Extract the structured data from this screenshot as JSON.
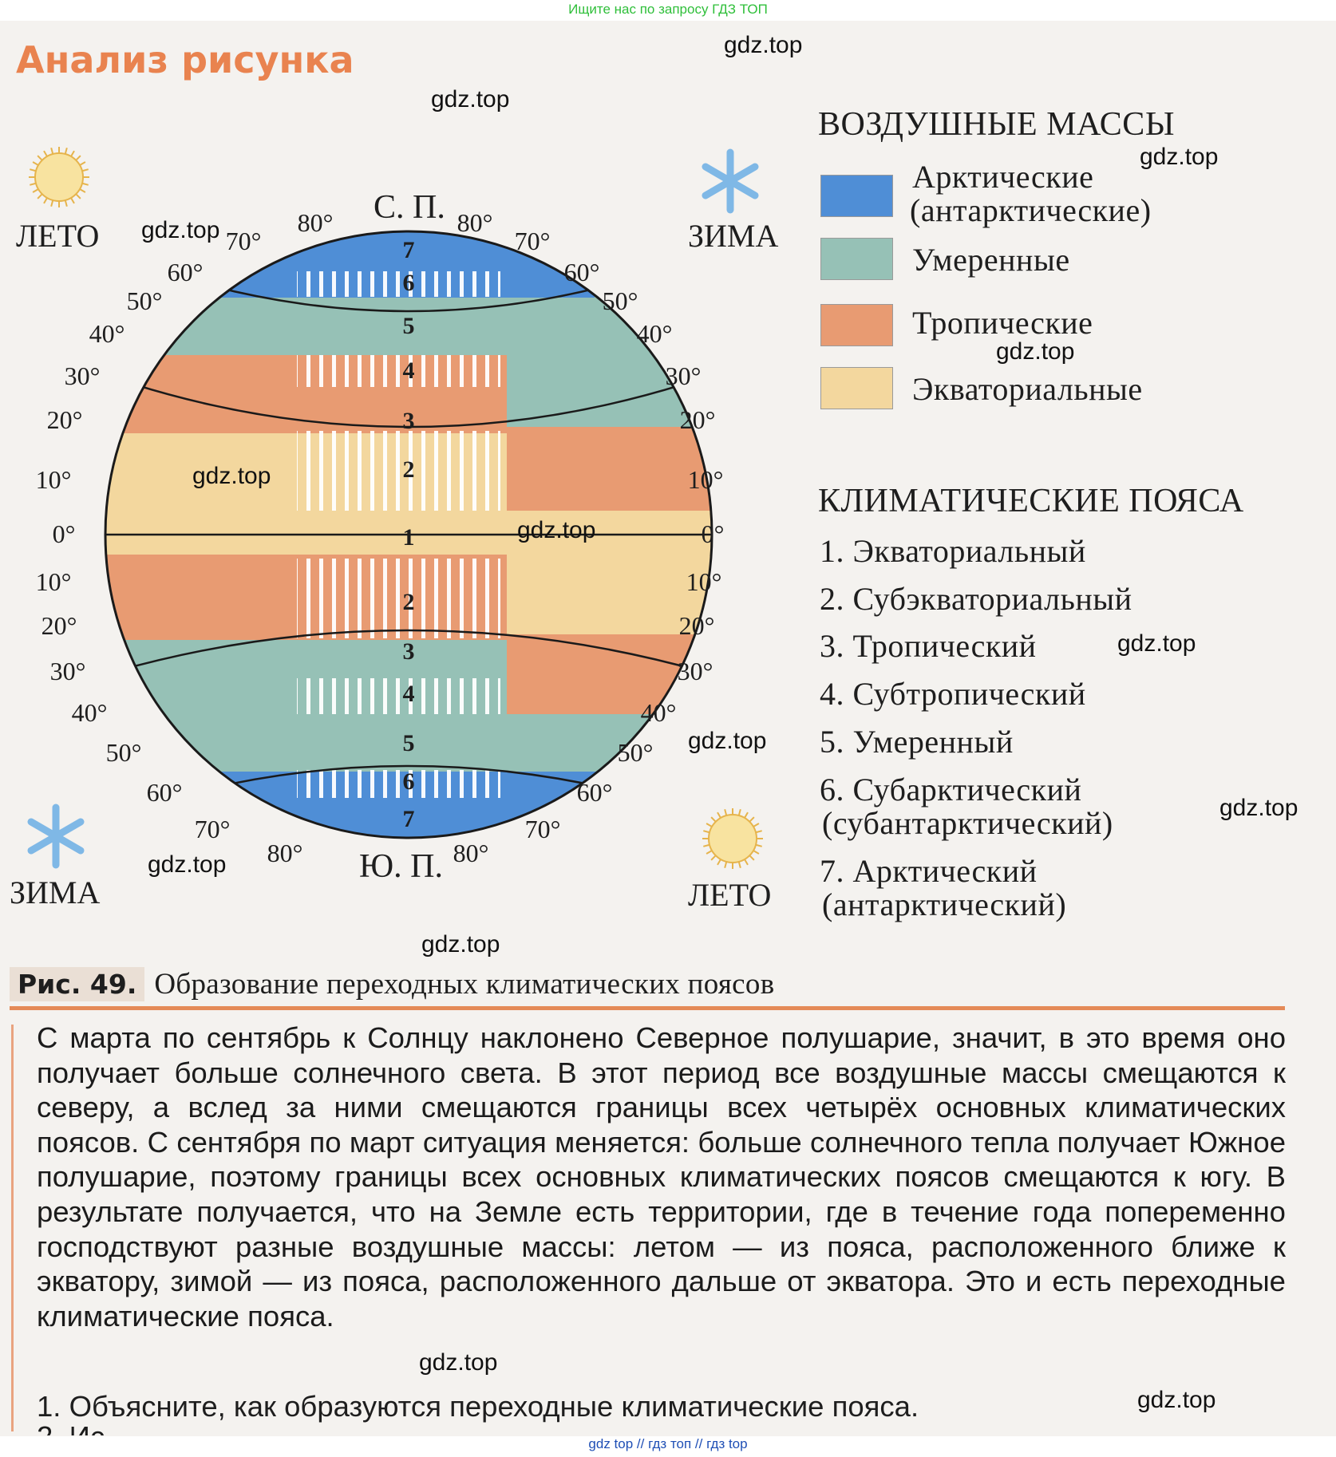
{
  "banner": "Ищите нас по запросу ГДЗ ТОП",
  "section_title": "Анализ рисунка",
  "watermark": "gdz.top",
  "colors": {
    "arctic": "#4f8ed6",
    "temperate": "#96c1b6",
    "tropical": "#e89b72",
    "equatorial": "#f3d79e",
    "accent": "#e48a57"
  },
  "figure": {
    "season_summer": "ЛЕТО",
    "season_winter": "ЗИМА",
    "north_pole": "С. П.",
    "south_pole": "Ю. П.",
    "icons": [
      "sun-icon",
      "snowflake-icon"
    ],
    "latitudes": [
      "80°",
      "70°",
      "60°",
      "50°",
      "40°",
      "30°",
      "20°",
      "10°",
      "0°"
    ],
    "zone_numbers_north": [
      "7",
      "6",
      "5",
      "4",
      "3",
      "2"
    ],
    "zone_number_equator": "1",
    "zone_numbers_south": [
      "2",
      "3",
      "4",
      "5",
      "6",
      "7"
    ]
  },
  "legend": {
    "heading": "ВОЗДУШНЫЕ МАССЫ",
    "items": [
      {
        "key": "arctic",
        "line1": "Арктические",
        "line2": "(антарктические)"
      },
      {
        "key": "temperate",
        "line1": "Умеренные",
        "line2": ""
      },
      {
        "key": "tropical",
        "line1": "Тропические",
        "line2": ""
      },
      {
        "key": "equatorial",
        "line1": "Экваториальные",
        "line2": ""
      }
    ]
  },
  "zones": {
    "heading": "КЛИМАТИЧЕСКИЕ ПОЯСА",
    "items": [
      {
        "line1": "1. Экваториальный",
        "line2": ""
      },
      {
        "line1": "2. Субэкваториальный",
        "line2": ""
      },
      {
        "line1": "3. Тропический",
        "line2": ""
      },
      {
        "line1": "4. Субтропический",
        "line2": ""
      },
      {
        "line1": "5. Умеренный",
        "line2": ""
      },
      {
        "line1": "6. Субарктический",
        "line2": "(субантарктический)"
      },
      {
        "line1": "7. Арктический",
        "line2": "(антарктический)"
      }
    ]
  },
  "caption": {
    "number": "Рис. 49.",
    "text": "Образование переходных климатических поясов"
  },
  "body_text": "С марта по сентябрь к Солнцу наклонено Северное полушарие, значит, в это время оно получает больше солнечного света. В этот период все воздушные массы смещаются к северу, а вслед за ними смещаются границы всех четырёх основных климатических поясов. С сентября по март ситуация меняется: больше солнечного тепла получает Южное полушарие, поэтому границы всех основных климатических поясов смещаются к югу. В результате получается, что на Земле есть территории, где в течение года попеременно господствуют разные воздушные массы: летом — из пояса, расположенного ближе к экватору, зимой — из пояса, расположенного дальше от экватора. Это и есть переходные климатические пояса.",
  "questions": [
    "1. Объясните, как образуются переходные климатические пояса.",
    "2. Ис"
  ],
  "footer_links": "gdz top  //  гдз топ  //  гдз top"
}
